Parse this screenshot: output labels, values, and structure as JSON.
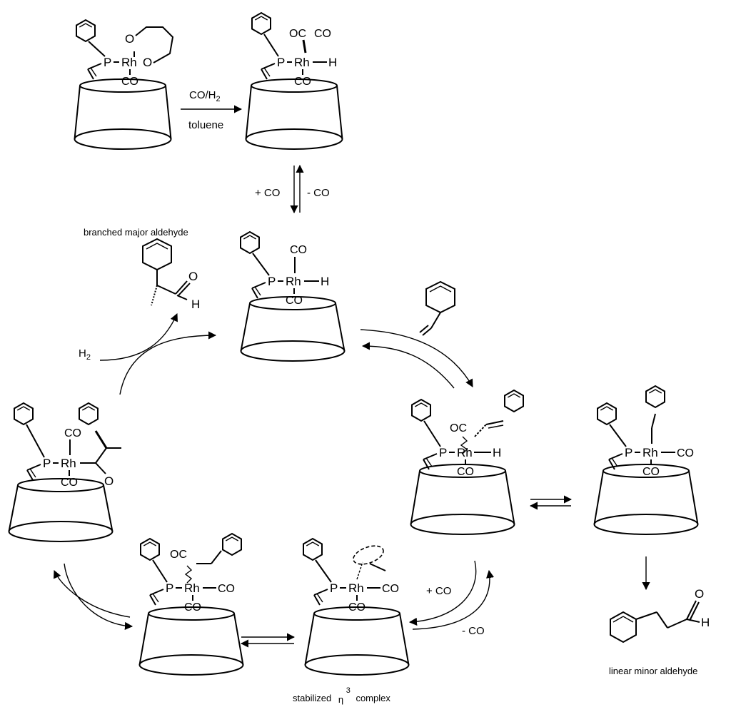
{
  "labels": {
    "co_h2": "CO/H",
    "co_h2_sub": "2",
    "toluene": "toluene",
    "plus_co_top": "+ CO",
    "minus_co_top": "- CO",
    "branched": "branched major aldehyde",
    "h2": "H",
    "h2_sub": "2",
    "plus_co_right": "+ CO",
    "minus_co_right": "- CO",
    "linear": "linear minor aldehyde",
    "stabilized": "stabilized",
    "eta": "η",
    "eta_sup": "3",
    "complex": "complex"
  },
  "atoms": {
    "p": "P",
    "rh": "Rh",
    "o": "O",
    "h": "H",
    "co": "CO",
    "oc": "OC"
  },
  "colors": {
    "ink": "#000000",
    "background": "#ffffff"
  }
}
